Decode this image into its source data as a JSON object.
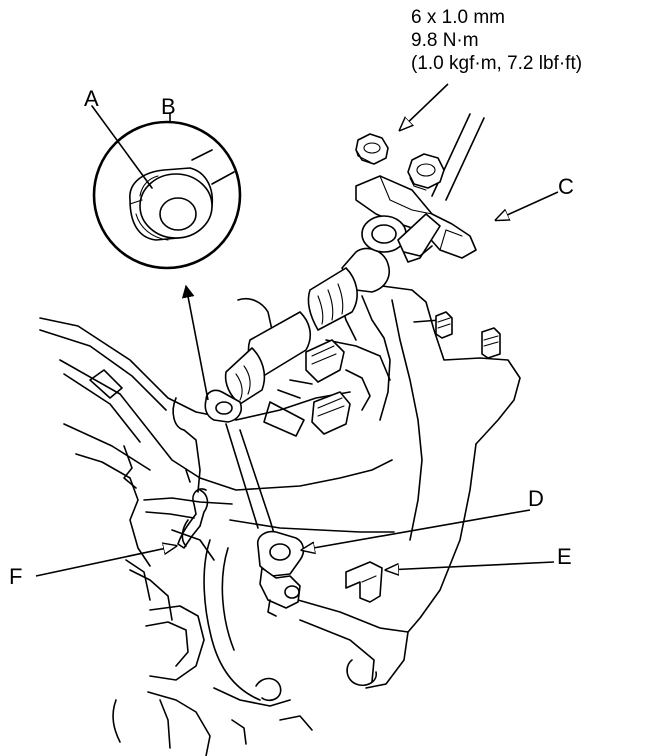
{
  "spec": {
    "line1": "6 x 1.0 mm",
    "line2": "9.8 N·m",
    "line3": "(1.0 kgf·m, 7.2 lbf·ft)"
  },
  "callouts": {
    "a": "A",
    "b": "B",
    "c": "C",
    "d": "D",
    "e": "E",
    "f": "F"
  }
}
